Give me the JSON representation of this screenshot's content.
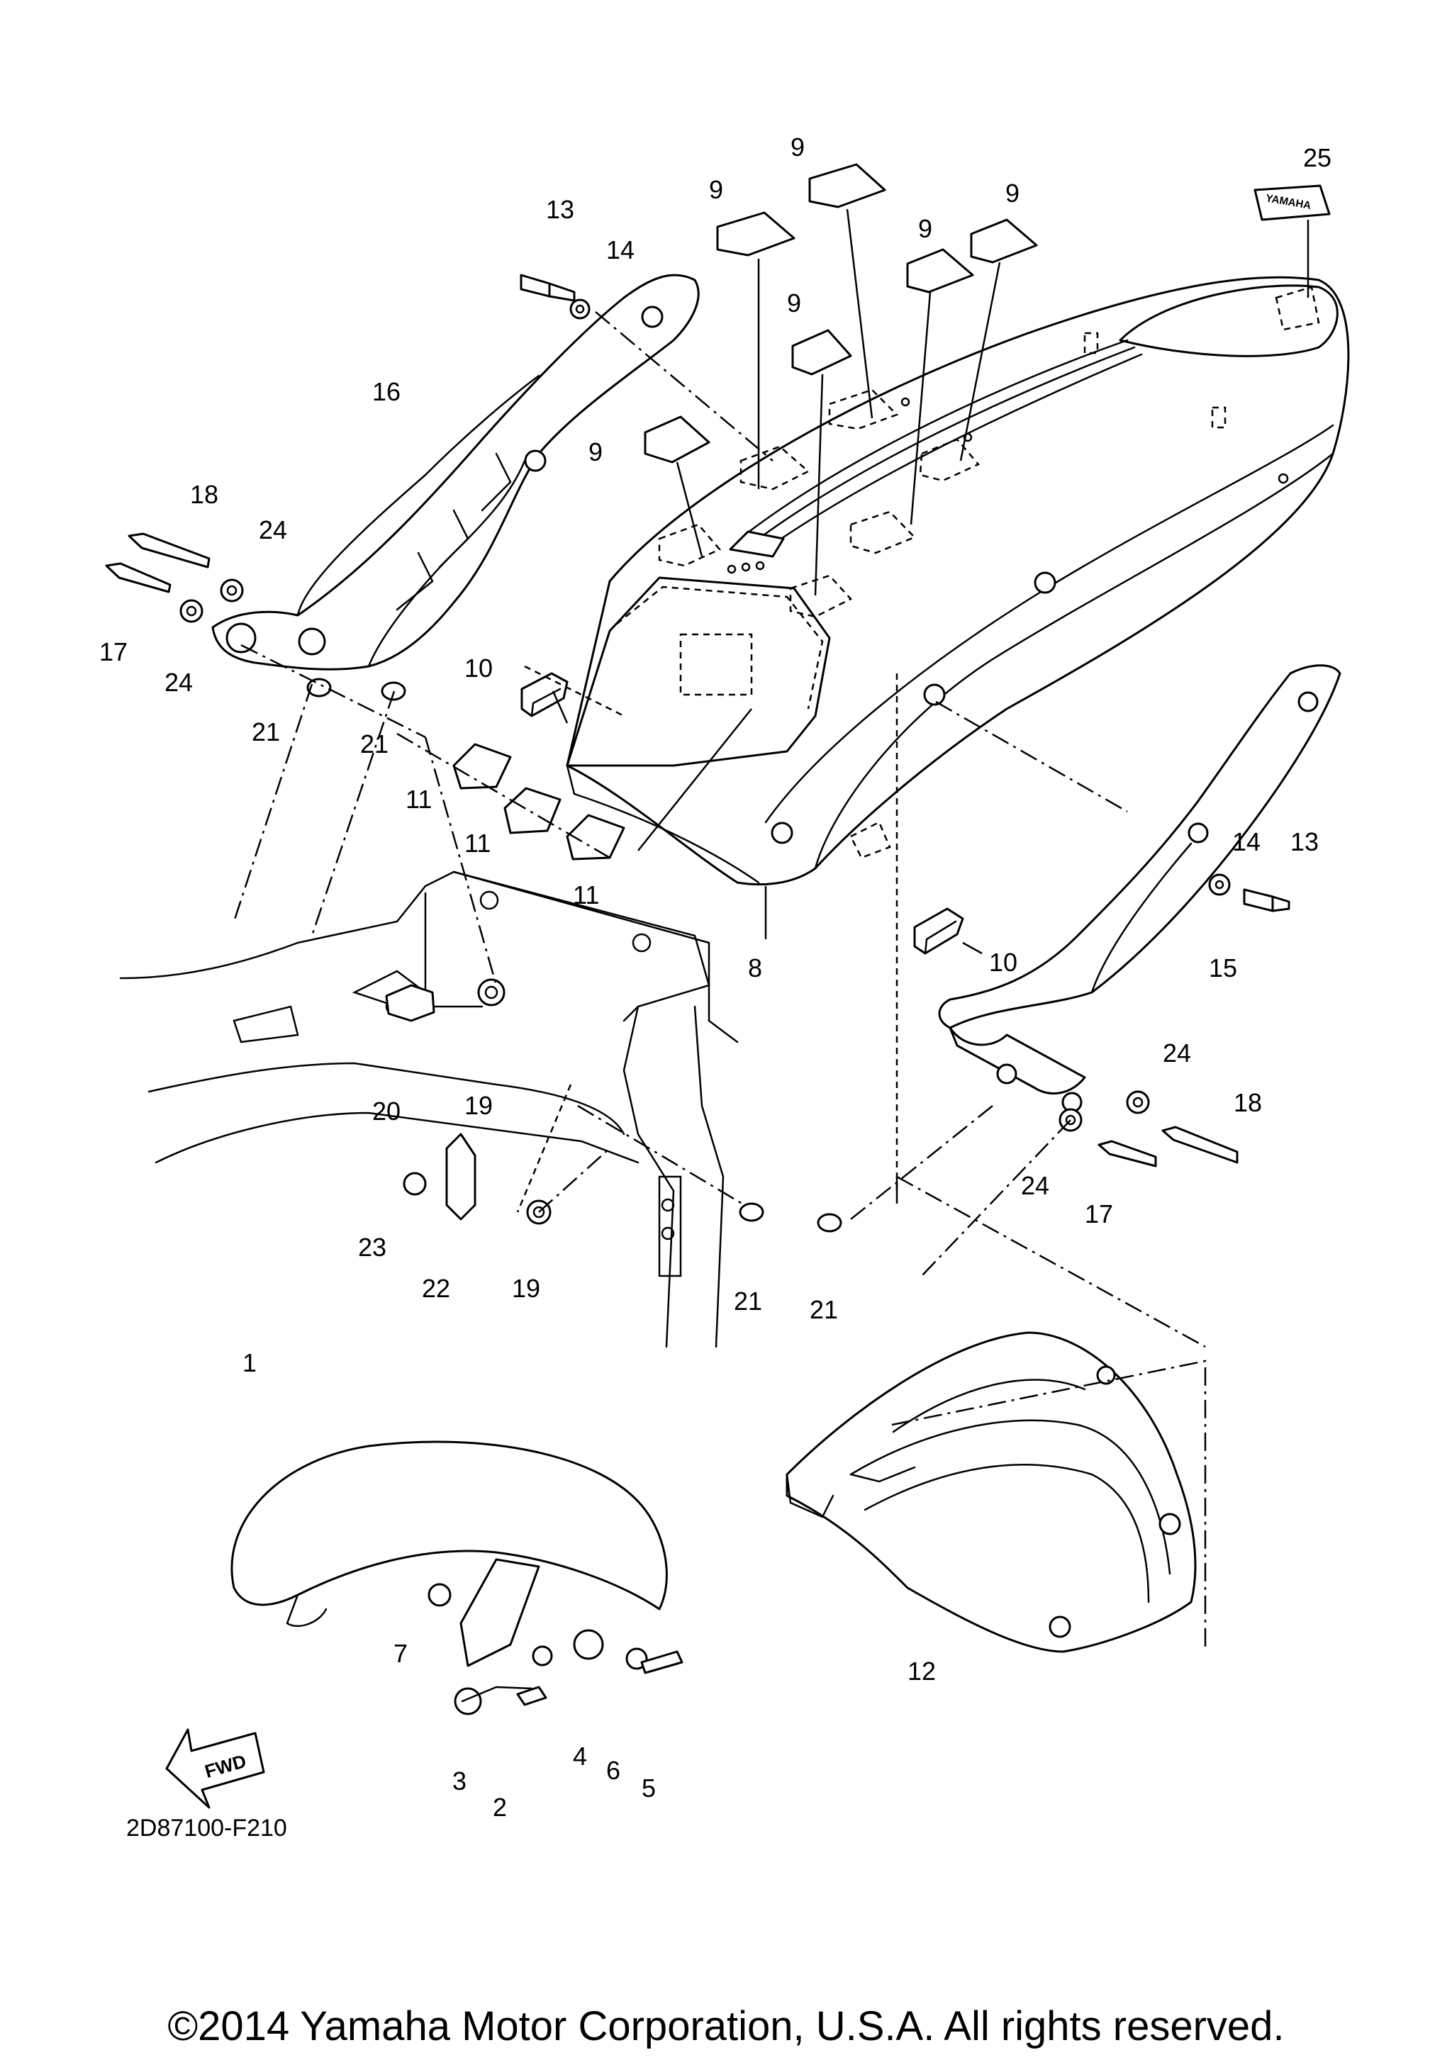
{
  "diagram": {
    "drawing_number": "2D87100-F210",
    "fwd_label": "FWD",
    "decal_text": "YAMAHA",
    "copyright": "©2014 Yamaha Motor Corporation, U.S.A. All rights reserved.",
    "callouts": [
      "1",
      "2",
      "3",
      "4",
      "5",
      "6",
      "7",
      "8",
      "9",
      "9",
      "9",
      "9",
      "9",
      "9",
      "10",
      "10",
      "11",
      "11",
      "11",
      "12",
      "13",
      "13",
      "14",
      "14",
      "15",
      "16",
      "17",
      "17",
      "18",
      "18",
      "19",
      "19",
      "20",
      "21",
      "21",
      "21",
      "21",
      "22",
      "23",
      "24",
      "24",
      "24",
      "24",
      "25"
    ]
  }
}
